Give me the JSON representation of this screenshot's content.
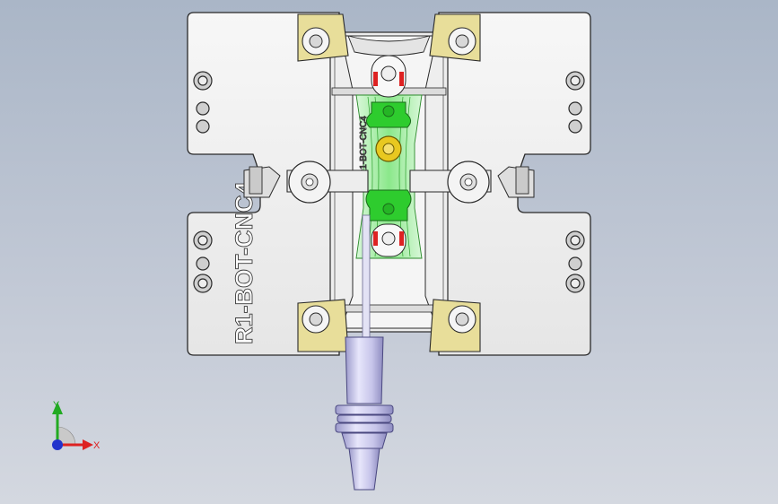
{
  "viewport": {
    "background_top": "#aab6c7",
    "background_bottom": "#d4d8e0"
  },
  "part": {
    "engraved_text": "R1-BOT-CNC4",
    "inner_text": "R1-BOT-CNC4",
    "colors": {
      "plate": "#f2f2f2",
      "outline": "#2a2a2a",
      "mounting_pad": "#e8de9a",
      "green_region": "#33dd33",
      "green_face": "#2ecc2e",
      "center_pin": "#e8c820",
      "red_insert": "#dd2222",
      "tool_holder": "#c8c6ea",
      "clamp": "#e9e9e9"
    }
  },
  "triad": {
    "x_label": "X",
    "y_label": "Y",
    "x_color": "#dd2222",
    "y_color": "#22aa22",
    "z_color": "#2233cc"
  }
}
